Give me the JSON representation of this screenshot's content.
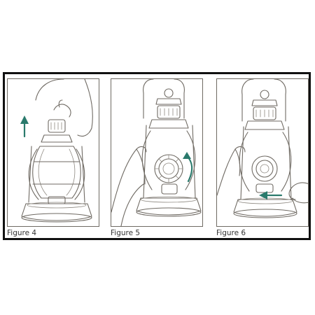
{
  "figures": [
    {
      "caption": "Figure 4"
    },
    {
      "caption": "Figure 5"
    },
    {
      "caption": "Figure 6"
    }
  ],
  "colors": {
    "frame": "#111111",
    "line_art": "#6f6a63",
    "arrow": "#2a7a6c"
  },
  "icons": [
    "up-arrow-icon",
    "curved-arrow-icon",
    "left-arrow-icon"
  ]
}
